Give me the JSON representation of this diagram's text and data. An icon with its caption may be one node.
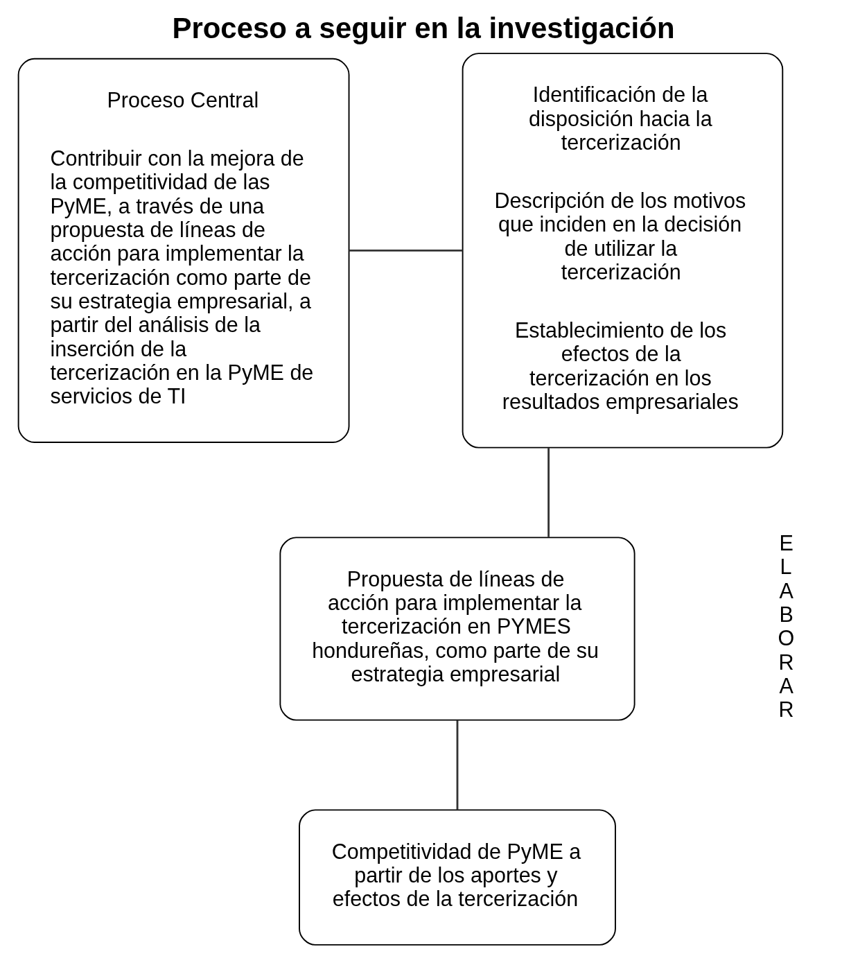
{
  "diagram": {
    "title": "Proceso a seguir en la investigación",
    "nodes": [
      {
        "text": [
          "Proceso Central",
          "Contribuir con la mejora de la competitividad de las PyME, a través de una propuesta de líneas de acción para implementar la tercerización como parte de su estrategia empresarial, a partir del análisis de la inserción de la tercerización en la PyME de servicios de TI"
        ]
      },
      {
        "text": [
          "Identificación de la disposición hacia la tercerización",
          "Descripción de los motivos que inciden en la decisión de utilizar la tercerización",
          "Establecimiento de los efectos de la tercerización en los resultados empresariales"
        ]
      },
      {
        "text": [
          "Propuesta de líneas de acción para implementar la tercerización en PYMES hondureñas, como parte de su estrategia empresarial"
        ]
      },
      {
        "text": [
          "Competitividad de PyME a partir de los aportes y efectos de la tercerización"
        ]
      }
    ],
    "edges": [
      {
        "from": 0,
        "to": 1,
        "arrow": "none"
      },
      {
        "from": 1,
        "to": 2,
        "arrow": "none"
      },
      {
        "from": 2,
        "to": 3,
        "arrow": "none"
      }
    ],
    "labels": [
      "ELABORAR"
    ]
  }
}
